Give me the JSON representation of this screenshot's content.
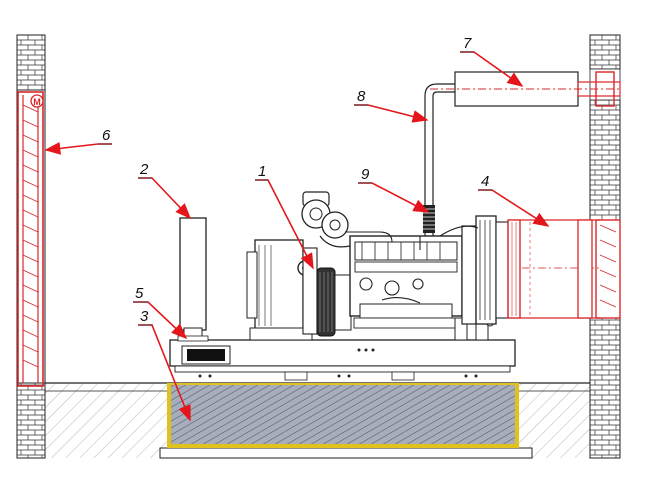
{
  "colors": {
    "line": "#1a1a1a",
    "red_arrow": "#e4161b",
    "red_outline": "#d9262a",
    "foundation_border": "#e1c21b",
    "foundation_fill": "#9fa6b4",
    "hatch": "#8a8a8a"
  },
  "callouts": [
    {
      "id": "1",
      "label": "1"
    },
    {
      "id": "2",
      "label": "2"
    },
    {
      "id": "3",
      "label": "3"
    },
    {
      "id": "4",
      "label": "4"
    },
    {
      "id": "5",
      "label": "5"
    },
    {
      "id": "6",
      "label": "6"
    },
    {
      "id": "7",
      "label": "7"
    },
    {
      "id": "8",
      "label": "8"
    },
    {
      "id": "9",
      "label": "9"
    }
  ],
  "valve_symbol": "M",
  "icons": [
    "brick-wall-icon",
    "generator-icon",
    "muffler-icon",
    "louver-icon"
  ]
}
